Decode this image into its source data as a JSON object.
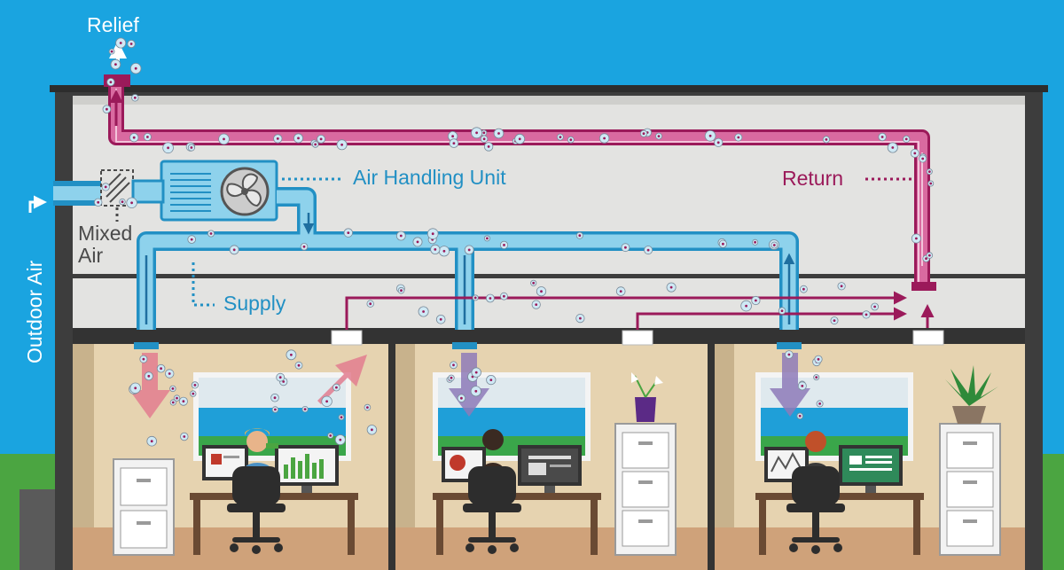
{
  "labels": {
    "relief": "Relief",
    "air_handling_unit": "Air Handling Unit",
    "return": "Return",
    "mixed_air_line1": "Mixed",
    "mixed_air_line2": "Air",
    "supply": "Supply",
    "outdoor_air": "Outdoor Air"
  },
  "colors": {
    "sky": "#1aa4e0",
    "grass": "#4ba541",
    "building_wall": "#3d3d3d",
    "ceiling_plenum": "#e3e3e1",
    "office_wall": "#e6d3b0",
    "office_floor": "#cfa27a",
    "supply_duct": "#8ed2ec",
    "supply_duct_edge": "#2290c4",
    "return_duct": "#d96aa0",
    "return_duct_edge": "#9b1a5a",
    "particle": "#cfe9f5"
  },
  "icons": [
    "fan-icon",
    "filter-icon",
    "damper-icon",
    "office-worker-icon",
    "computer-monitor-icon",
    "filing-cabinet-icon",
    "office-chair-icon",
    "desk-icon",
    "window-icon",
    "plant-icon",
    "vase-icon",
    "arrow-icon",
    "air-particle-icon"
  ]
}
